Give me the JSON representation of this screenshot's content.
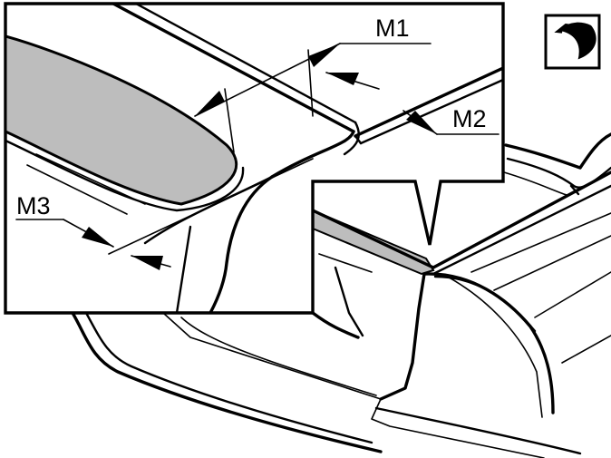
{
  "diagram": {
    "labels": {
      "m1": "M1",
      "m2": "M2",
      "m3": "M3"
    },
    "icon": "headlight-lens-icon",
    "colors": {
      "line": "#000000",
      "shaded_panel": "#bdbdbd",
      "background": "#ffffff"
    }
  }
}
